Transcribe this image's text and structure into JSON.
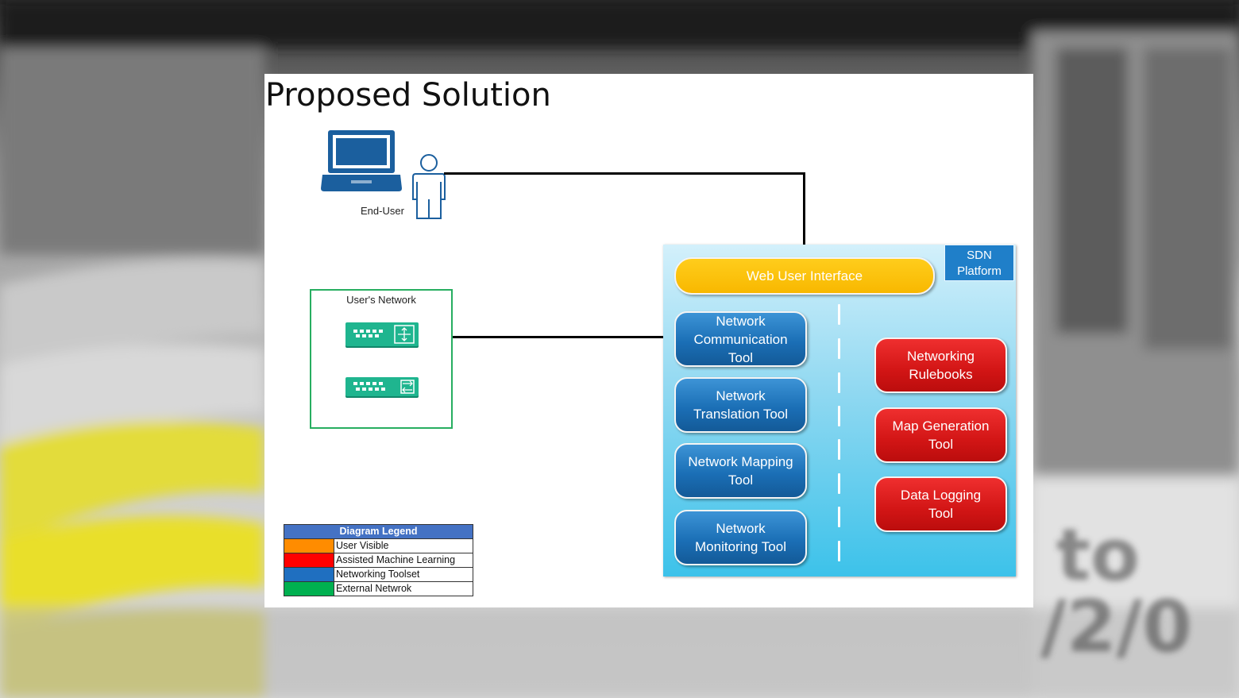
{
  "slide": {
    "title": "Proposed Solution"
  },
  "end_user": {
    "label": "End-User"
  },
  "users_network": {
    "label": "User's Network"
  },
  "sdn_platform": {
    "label_line1": "SDN",
    "label_line2": "Platform",
    "web_ui": "Web User Interface",
    "networking_tools": [
      {
        "line1": "Network",
        "line2": "Communication",
        "line3": "Tool"
      },
      {
        "line1": "Network",
        "line2": "Translation Tool"
      },
      {
        "line1": "Network Mapping",
        "line2": "Tool"
      },
      {
        "line1": "Network",
        "line2": "Monitoring Tool"
      }
    ],
    "ml_tools": [
      {
        "line1": "Networking",
        "line2": "Rulebooks"
      },
      {
        "line1": "Map Generation",
        "line2": "Tool"
      },
      {
        "line1": "Data Logging",
        "line2": "Tool"
      }
    ]
  },
  "legend": {
    "title": "Diagram Legend",
    "items": [
      {
        "label": "User Visible",
        "color": "#ff8c00"
      },
      {
        "label": "Assisted Machine Learning",
        "color": "#ff0000"
      },
      {
        "label": "Networking Toolset",
        "color": "#1f6fc0"
      },
      {
        "label": "External Netwrok",
        "color": "#00b050"
      }
    ]
  },
  "colors": {
    "user_visible": "#f8b800",
    "machine_learning": "#d21515",
    "networking_toolset": "#1b6fb6",
    "external_network": "#27ae60",
    "icon_blue": "#1b5f9e"
  }
}
